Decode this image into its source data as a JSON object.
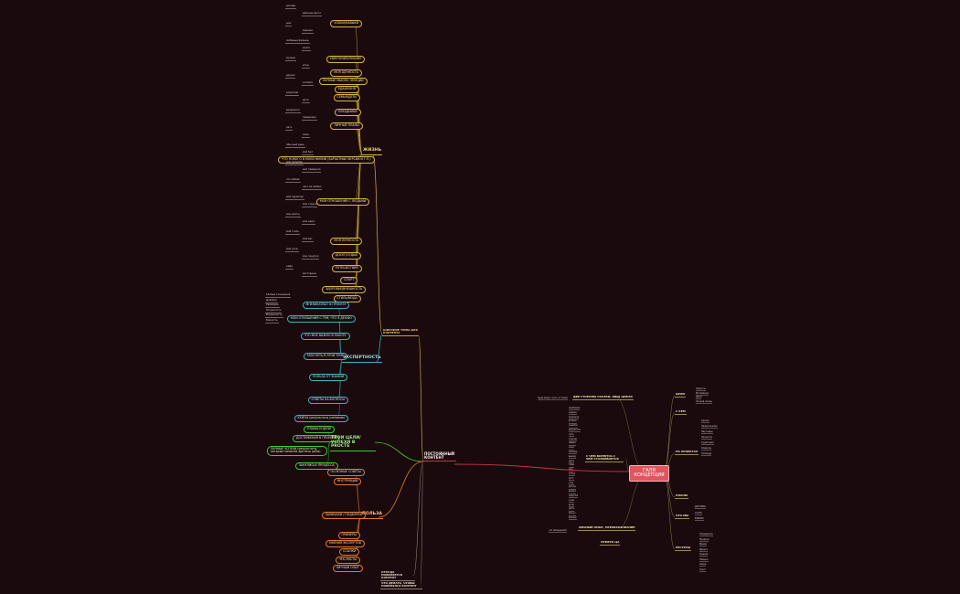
{
  "center": {
    "text": "ГАЛЯ КОНЦЕПЦИЯ"
  },
  "hub": {
    "text": "ПОСТОЯННЫЙ КОНТЕНТ"
  },
  "branches": {
    "wider": "ШИРОКИЕ ТЕМЫ ДЛЯ КОНТЕНТА",
    "life": "ЖИЗНЬ",
    "expert": "ЭКСПЕРТНОСТЬ",
    "goals": "ТВОИ ЦЕЛИ/УСПЕХИ В PROCTE",
    "benefit": "ПОЛЬЗА",
    "whence": "ОТКУДА ПОЯВЛЯЕТСЯ КОНТЕНТ",
    "todo": "ЧТО ДЕЛАТЬ, ЧТОБЫ ПОЯВЛЯЛСЯ КОНТЕНТ"
  },
  "life_pills": [
    "ХОББИ/НАВЫКИ",
    "УВЛЕЧЕНИЯ/ЛЮБИМ",
    "МОЯ ЦЕННОСТЬ",
    "ЛИЧНЫЕ МЫСЛИ, ЭМОЦИИ",
    "ЕДА/КУХНЯ",
    "СЕМЬЯ/ДЕТИ",
    "ПРАЗДНИКИ",
    "ЛИЧНЫЕ ПЛАНЫ",
    "ЧТО НОВОГО В МОЕЙ ЖИЗНИ (БАРХАТНЫЕ ВЕРСИИ И Т.П.)",
    "МОИ ОТНОШЕНИЯ С ЛЮДЬМИ",
    "МОЯ ЛИЧНОСТЬ",
    "ДОСУГ/ОТДЫХ",
    "ПУТЕШЕСТВИЯ",
    "СПОРТ",
    "ЗДОРОВЬЕ/ВНЕШНОСТЬ",
    "СТИЛЬ/МОДА"
  ],
  "expert_pills": [
    "МНЕНИЕ/ОПЫТ В ПРОЕКТЕ",
    "МОИ ОТНОШЕНИЯ С ТЕМ, ЧТО Я ДЕЛАЮ",
    "ЧТО МНЕ ВАЖНО В РАБОТЕ",
    "МОЙ ПУТЬ В ЭТОЙ ТЕМЕ",
    "ПОЛЬЗА ОТ ЗНАНИЙ",
    "ОТВЕТЫ НА ВОПРОСЫ",
    "КЕЙСЫ (результаты учеников)"
  ],
  "goals_pills": [
    "ПЛАНЫ И ЦЕЛИ",
    "ДОСТИЖЕНИЯ В ПРОЕКТЕ",
    "ЛИЧНЫЕ УСПЕХИ (результаты, которые помогли достичь цели)",
    "ЗАКУЛИСЬЕ ПРОЦЕССА"
  ],
  "benefit_pills": [
    "ПОЛЕЗНЫЕ СОВЕТЫ",
    "ИНСТРУКЦИИ",
    "ЛАЙФХАКИ / ПОДБОРКИ",
    "ПРИМЕРЫ",
    "МНЕНИЯ ЭКСПЕРТОВ",
    "ССЫЛКИ",
    "ЧЕК-ЛИСТЫ",
    "ЛИЧНЫЙ ОПЫТ"
  ],
  "life_leaves": [
    "доходы",
    "рабочее место",
    "дом",
    "машина",
    "любимые фильмы",
    "книги",
    "музыка",
    "игры",
    "друзья",
    "коллеги",
    "родители",
    "дети",
    "вечеринки",
    "праздники",
    "лето",
    "зима",
    "обычный день",
    "мой быт",
    "мои ритуалы",
    "мои привычки",
    "что люблю",
    "чего не люблю",
    "мой характер",
    "мои страхи",
    "мои мечты",
    "мои цели",
    "мой стиль",
    "мой вес",
    "мой уход",
    "мои покупки",
    "кафе",
    "рестораны"
  ],
  "left_leaves": [
    "Тёплые отношения",
    "Доверие",
    "Уважение",
    "Открытость",
    "Искренность",
    "Близость"
  ],
  "right": {
    "top_label": "ДВЕ СТОРОНЫ СКАЗКИ, ОБЩ ЦИКЛА",
    "top_left": "Куда ведут пути, истории",
    "mid_label": "С ЧЕМ БОРЮТСЬ С ЧЕМ СТАЛКИВАЕТСЯ",
    "nodes": [
      "ЦЕЛИ",
      "С КЕМ",
      "НА ПРОЕКТАХ",
      "ПЛАНЫ",
      "ЧТО МЫ",
      "РЕСУРСЫ"
    ],
    "list_a": [
      "Запросы",
      "Мотивация",
      "Цели",
      "Личная жизнь"
    ],
    "list_b": [
      "Кризис",
      "Предложения",
      "Партнёры",
      "Личности",
      "Аудитория",
      "Клиенты",
      "Команда"
    ],
    "list_c": [
      "Поддержка",
      "Энергия",
      "Время",
      "Деньги",
      "Знания",
      "Навыки",
      "Связи",
      "Опыт"
    ],
    "list_d": [
      "ДОСТИЧЬ",
      "СТАТЬ",
      "ВЛИЯТЬ"
    ],
    "left_list": [
      "проблема",
      "задача",
      "решение",
      "вопрос",
      "ошибка",
      "результат",
      "путь",
      "знание",
      "навык",
      "опыт",
      "мнение",
      "вывод",
      "цель",
      "план",
      "шаг",
      "успех",
      "рост",
      "итог",
      "доход",
      "время",
      "энергия",
      "сила",
      "воля",
      "ритм",
      "фокус",
      "баланс"
    ],
    "bottom_label": "ЛИЧНЫЙ ОПЫТ, ПРЕОБРАЗОВАНИЕ",
    "bottom_left": "ЛУКБУК ЦА",
    "bottom_small": "что объединяет"
  }
}
